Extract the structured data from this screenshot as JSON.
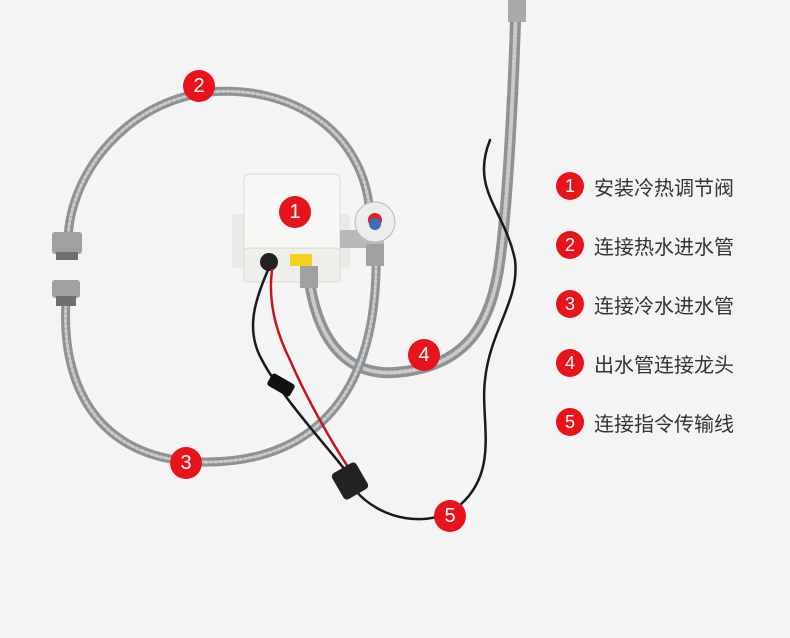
{
  "colors": {
    "background": "#f4f4f4",
    "marker": "#e8141c",
    "hose": "#8f9294",
    "wire_black": "#1a1a1a",
    "wire_red": "#c2181d",
    "box": "#f7f7f5",
    "legend_text": "#333333"
  },
  "markers": [
    {
      "id": "1",
      "label": "1"
    },
    {
      "id": "2",
      "label": "2"
    },
    {
      "id": "3",
      "label": "3"
    },
    {
      "id": "4",
      "label": "4"
    },
    {
      "id": "5",
      "label": "5"
    }
  ],
  "legend": [
    {
      "number": "1",
      "text": "安装冷热调节阀"
    },
    {
      "number": "2",
      "text": "连接热水进水管"
    },
    {
      "number": "3",
      "text": "连接冷水进水管"
    },
    {
      "number": "4",
      "text": "出水管连接龙头"
    },
    {
      "number": "5",
      "text": "连接指令传输线"
    }
  ],
  "box_label": "1"
}
